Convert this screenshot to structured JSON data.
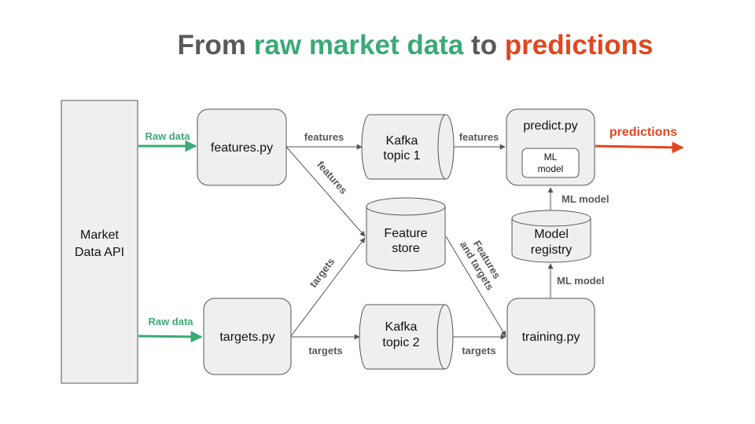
{
  "title": {
    "part1": "From ",
    "part2": "raw market data",
    "part3": " to ",
    "part4": "predictions"
  },
  "colors": {
    "green": "#3aaa76",
    "red": "#e0471f",
    "gray_text": "#595959",
    "box_fill": "#efefef"
  },
  "nodes": {
    "market_api": [
      "Market",
      "Data API"
    ],
    "features_py": "features.py",
    "targets_py": "targets.py",
    "kafka1": [
      "Kafka",
      "topic 1"
    ],
    "kafka2": [
      "Kafka",
      "topic 2"
    ],
    "feature_store": [
      "Feature",
      "store"
    ],
    "predict_py": "predict.py",
    "ml_model_inner": [
      "ML",
      "model"
    ],
    "model_registry": [
      "Model",
      "registry"
    ],
    "training_py": "training.py"
  },
  "edges": {
    "raw_data_top": "Raw data",
    "raw_data_bottom": "Raw data",
    "features_to_kafka1": "features",
    "kafka1_to_predict": "features",
    "features_to_store": "features",
    "targets_to_store": "targets",
    "targets_to_kafka2": "targets",
    "kafka2_to_training": "targets",
    "store_to_training": [
      "Features",
      "and targets"
    ],
    "registry_to_predict": "ML model",
    "training_to_registry": "ML model",
    "predictions": "predictions"
  }
}
